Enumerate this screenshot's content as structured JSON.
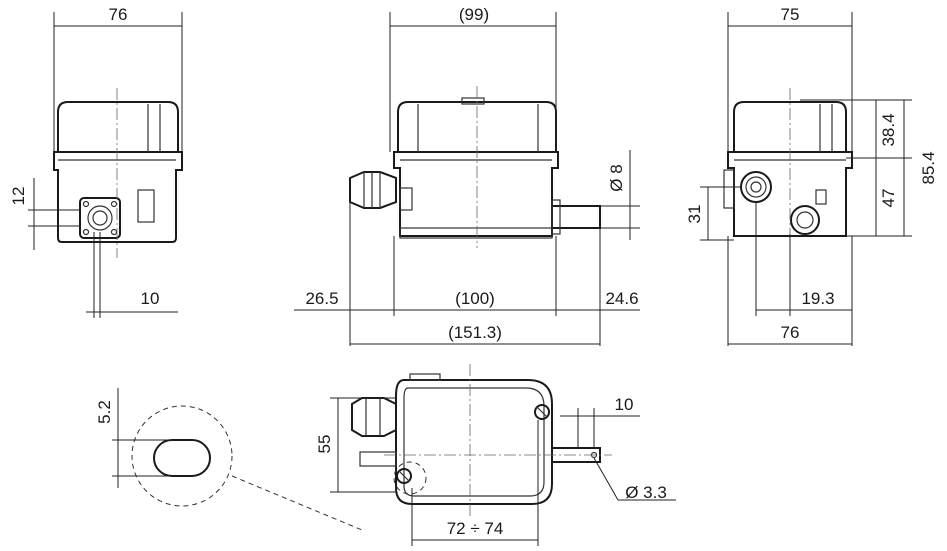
{
  "views": {
    "end_view": {
      "width_top": "76",
      "height_left": "12",
      "offset_bottom": "10"
    },
    "front_view": {
      "width_top": "(99)",
      "shaft_dia": "Ø 8",
      "left_extension": "26.5",
      "body_length": "(100)",
      "right_extension": "24.6",
      "overall_length": "(151.3)"
    },
    "side_view": {
      "width_top": "75",
      "height_upper": "38.4",
      "height_total": "85.4",
      "height_lower": "47",
      "height_left": "31",
      "offset_bottom": "19.3",
      "width_bottom": "76"
    },
    "detail_view": {
      "slot_width": "5.2"
    },
    "top_view": {
      "depth_left": "55",
      "shaft_offset": "10",
      "hole_dia": "Ø 3.3",
      "mount_spacing": "72 ÷ 74"
    }
  },
  "colors": {
    "line": "#1a1a1a",
    "housing_fill": "#ffffff"
  }
}
